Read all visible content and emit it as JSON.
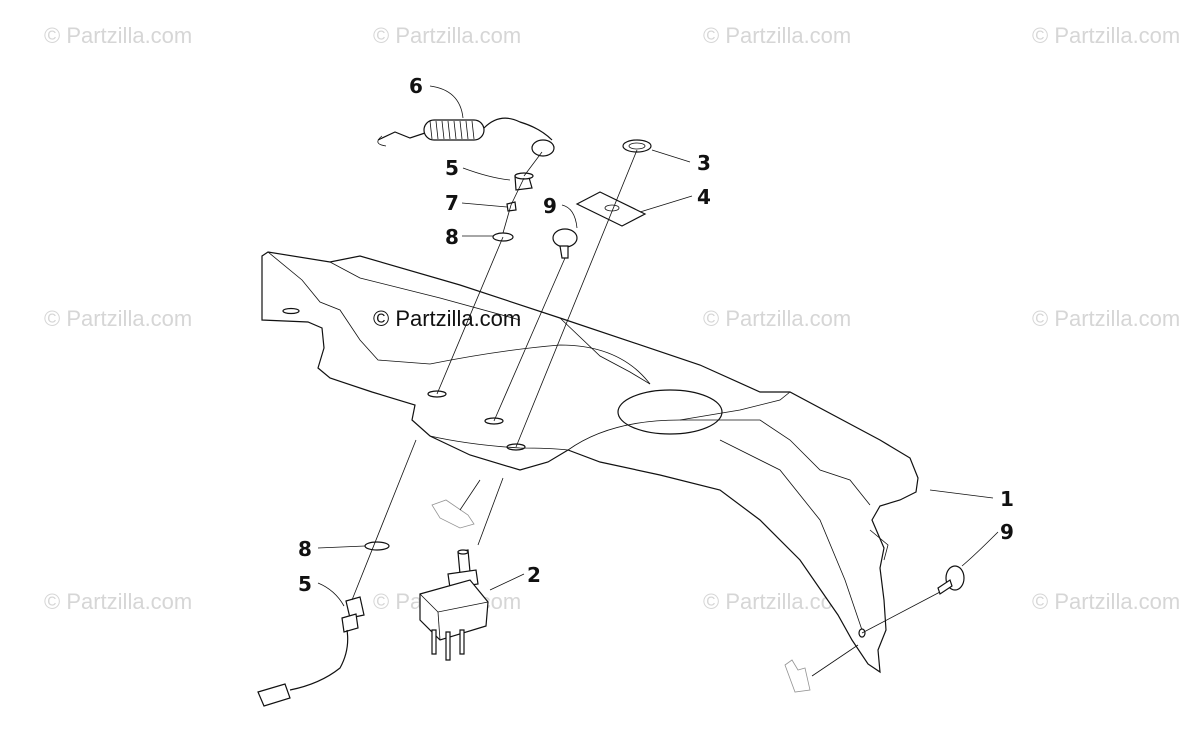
{
  "watermark": "© Partzilla.com",
  "callouts": {
    "c1": "1",
    "c2": "2",
    "c3": "3",
    "c4": "4",
    "c5a": "5",
    "c5b": "5",
    "c6": "6",
    "c7": "7",
    "c8a": "8",
    "c8b": "8",
    "c9a": "9",
    "c9b": "9"
  }
}
